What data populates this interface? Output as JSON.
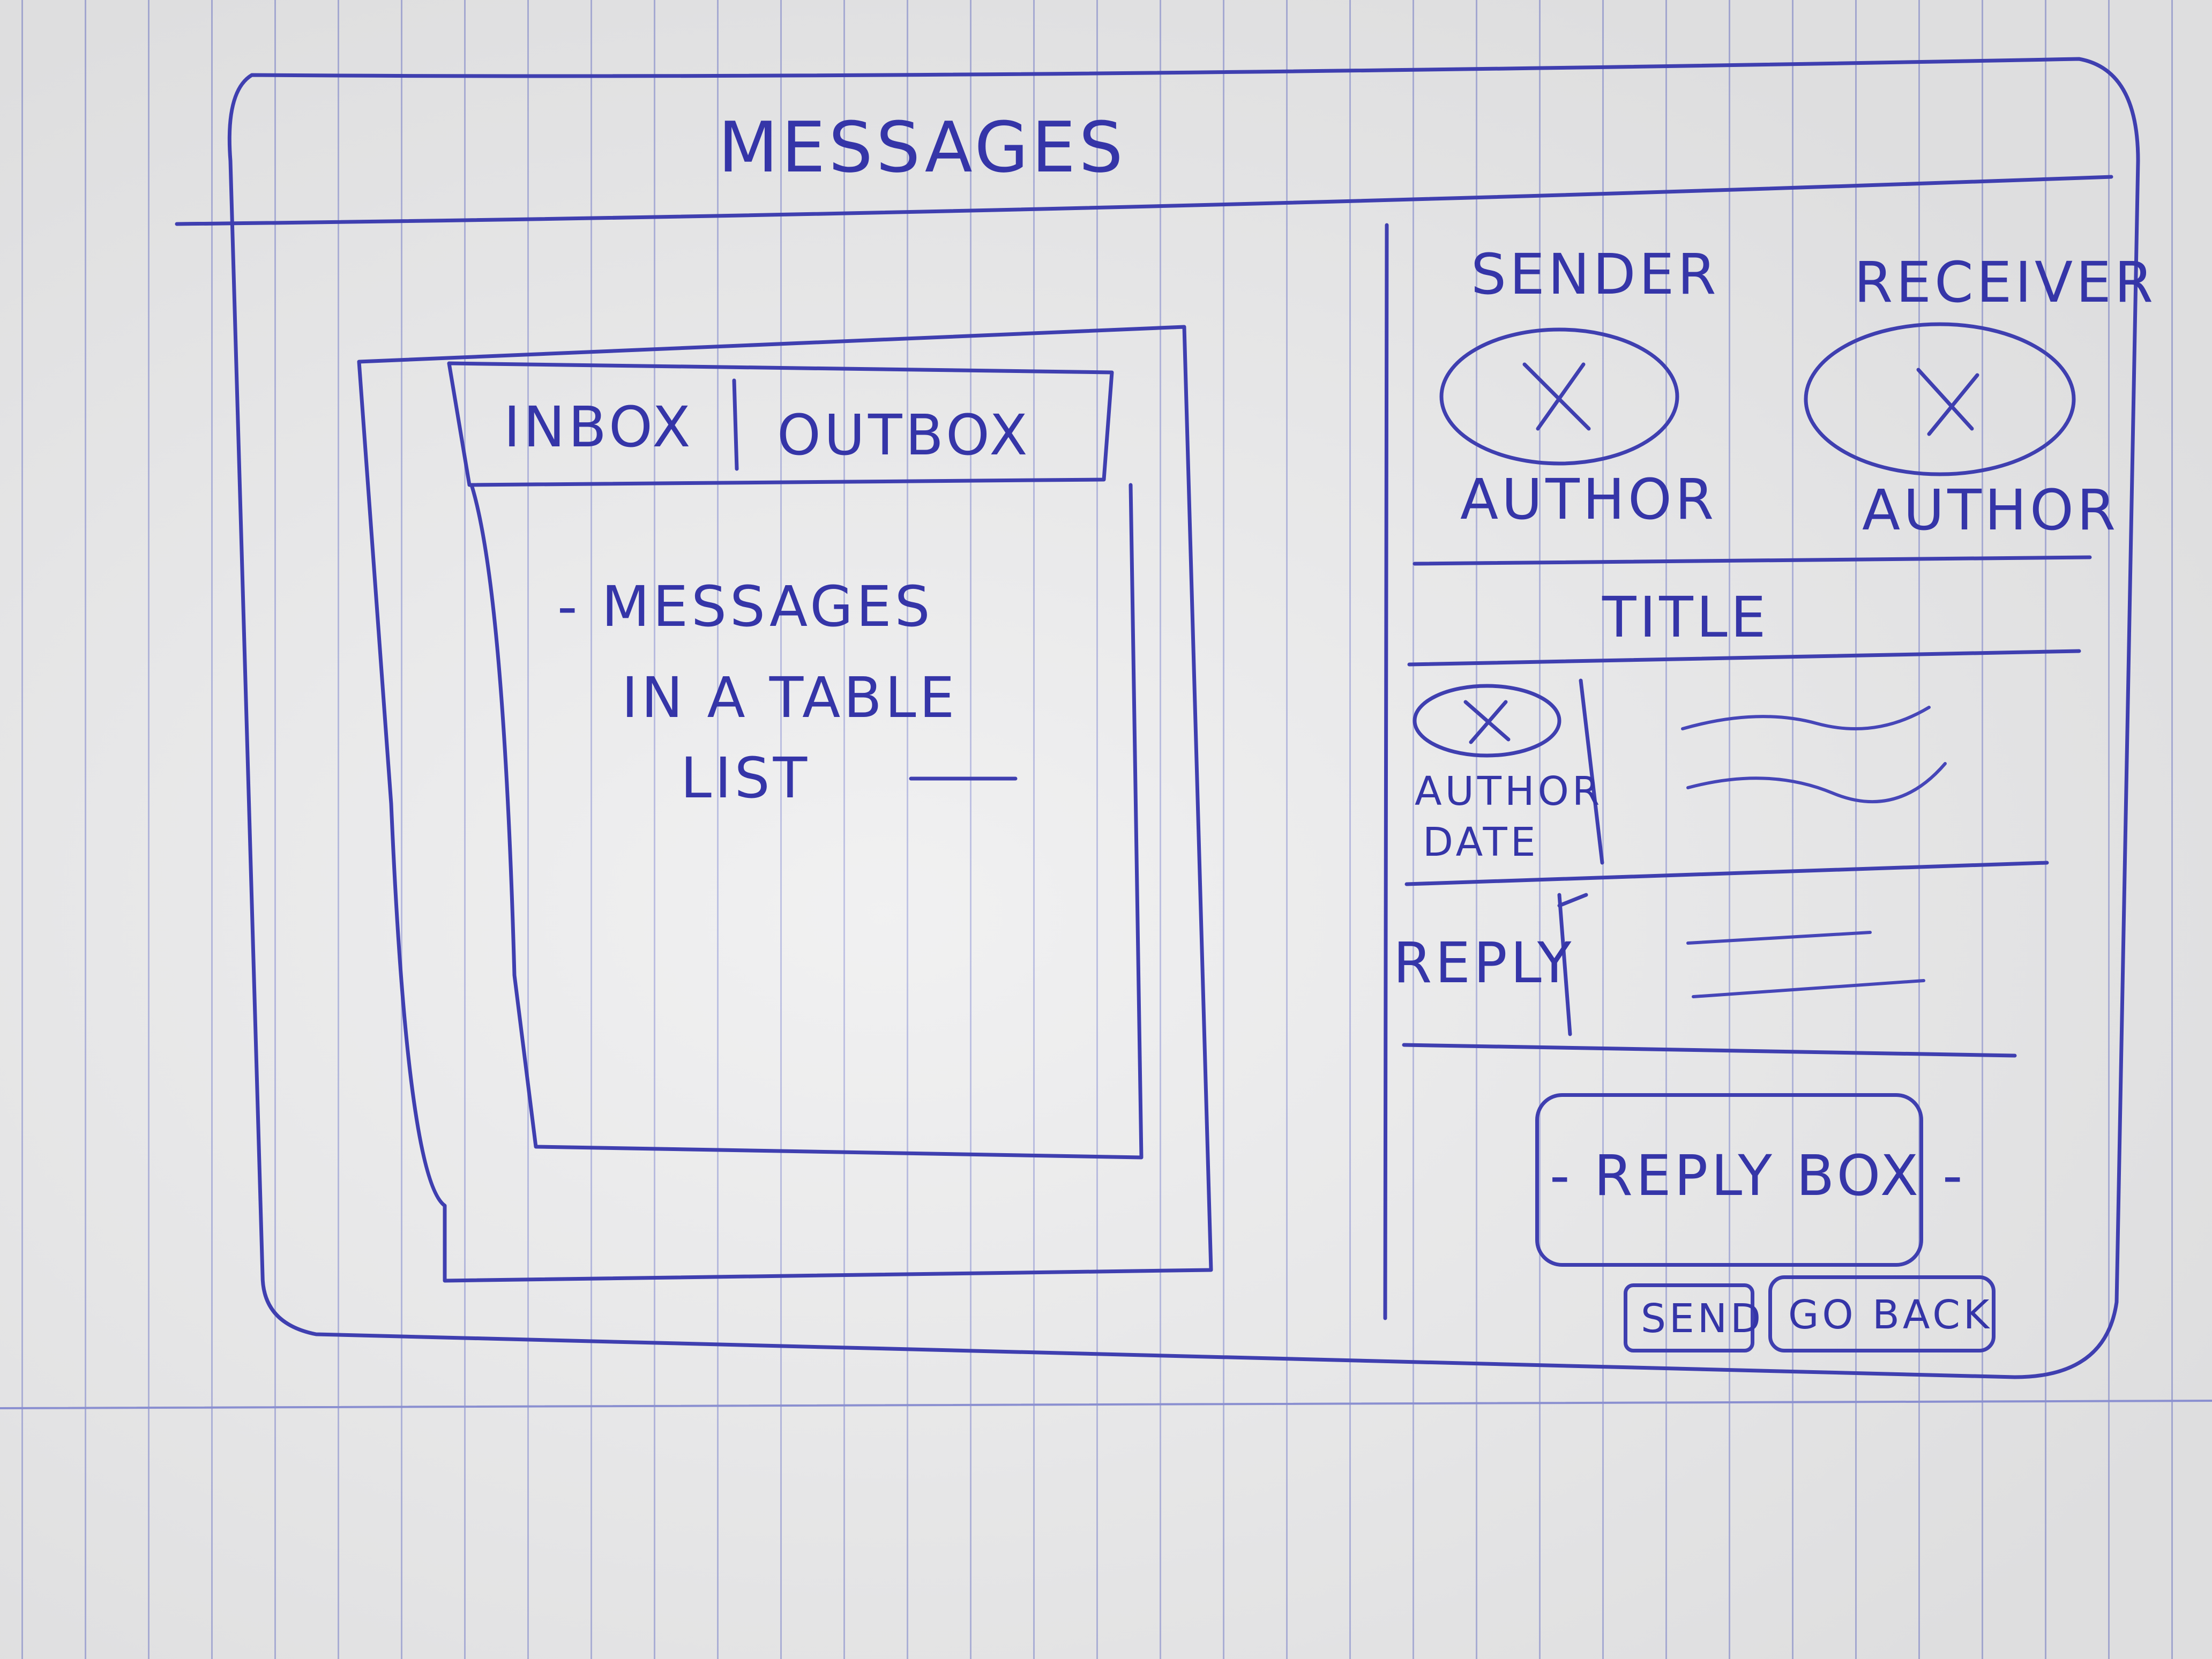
{
  "window": {
    "title": "MESSAGES"
  },
  "tabs": [
    {
      "label": "INBOX"
    },
    {
      "label": "OUTBOX"
    }
  ],
  "message_list": {
    "placeholder_lines": [
      "- MESSAGES",
      "IN A TABLE",
      "LIST"
    ]
  },
  "participants": {
    "sender": {
      "heading": "SENDER",
      "caption": "AUTHOR"
    },
    "receiver": {
      "heading": "RECEIVER",
      "caption": "AUTHOR"
    }
  },
  "thread": {
    "title": "TITLE",
    "message": {
      "caption_lines": [
        "AUTHOR",
        "DATE"
      ]
    },
    "reply": {
      "label": "REPLY"
    }
  },
  "reply_box": {
    "placeholder": "- REPLY BOX -"
  },
  "actions": {
    "send_label": "SEND",
    "go_back_label": "GO BACK"
  },
  "ink_color": "#3f3fb0"
}
